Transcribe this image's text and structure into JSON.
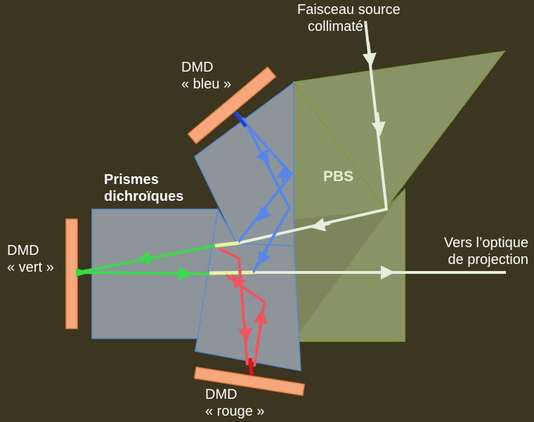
{
  "labels": {
    "source_line1": "Faisceau source",
    "source_line2": "collimaté",
    "dmd_blue_line1": "DMD",
    "dmd_blue_line2": "« bleu »",
    "prisms_line1": "Prismes",
    "prisms_line2": "dichroïques",
    "pbs": "PBS",
    "dmd_green_line1": "DMD",
    "dmd_green_line2": "« vert »",
    "projection_line1": "Vers l’optique",
    "projection_line2": "de projection",
    "dmd_red_line1": "DMD",
    "dmd_red_line2": "« rouge »"
  },
  "colors": {
    "background": "#3c3621",
    "pbs_fill": "#8a9366",
    "prism_fill": "#8d959a",
    "dmd_fill": "#f6a77b",
    "beam_white": "#e4eedd",
    "beam_blue": "#5a86e6",
    "beam_green": "#3ed84e",
    "beam_red": "#ef5560",
    "beam_yellow": "#e8f4a0"
  }
}
